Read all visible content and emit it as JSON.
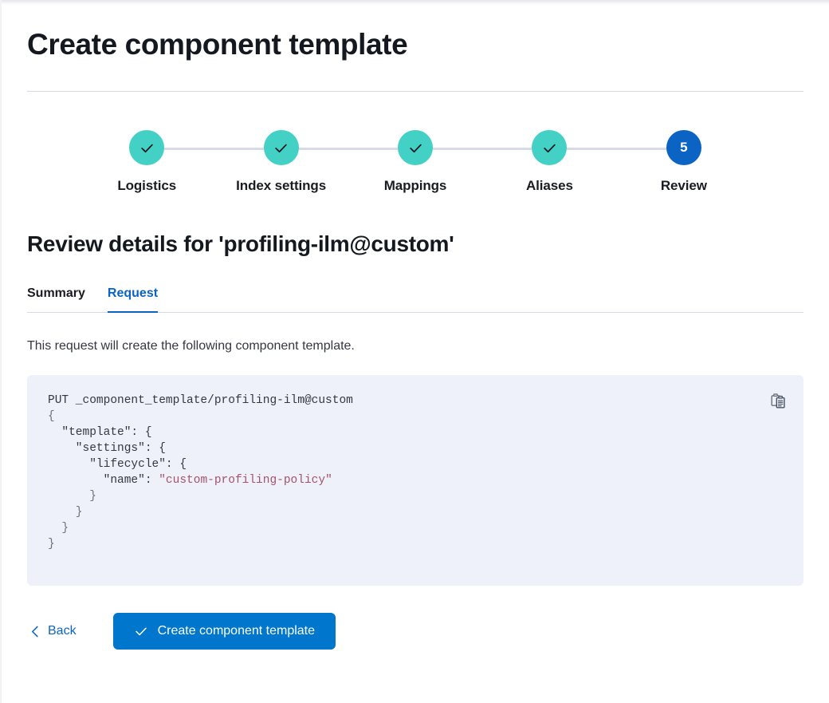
{
  "page": {
    "title": "Create component template"
  },
  "stepper": {
    "steps": [
      {
        "label": "Logistics",
        "state": "complete",
        "icon": "check-icon",
        "number": "1"
      },
      {
        "label": "Index settings",
        "state": "complete",
        "icon": "check-icon",
        "number": "2"
      },
      {
        "label": "Mappings",
        "state": "complete",
        "icon": "check-icon",
        "number": "3"
      },
      {
        "label": "Aliases",
        "state": "complete",
        "icon": "check-icon",
        "number": "4"
      },
      {
        "label": "Review",
        "state": "current",
        "icon": "",
        "number": "5"
      }
    ]
  },
  "review": {
    "heading": "Review details for 'profiling-ilm@custom'",
    "tabs": [
      {
        "label": "Summary",
        "active": false
      },
      {
        "label": "Request",
        "active": true
      }
    ],
    "description": "This request will create the following component template."
  },
  "code": {
    "method_line": "PUT _component_template/profiling-ilm@custom",
    "lines": [
      "{",
      "  \"template\": {",
      "    \"settings\": {",
      "      \"lifecycle\": {",
      "        \"name\": ",
      "\"custom-profiling-policy\"",
      "      }",
      "    }",
      "  }",
      "}"
    ],
    "string_value": "\"custom-profiling-policy\"",
    "copy_icon": "copy-clipboard-icon"
  },
  "actions": {
    "back_label": "Back",
    "back_icon": "chevron-left-icon",
    "submit_label": "Create component template",
    "submit_icon": "check-icon"
  },
  "colors": {
    "accent_blue": "#0077cc",
    "link_blue": "#0b64c4",
    "step_complete_teal": "#42d1c4",
    "code_bg": "#eef1f9",
    "code_string": "#a5526b",
    "divider": "#d3dae6"
  }
}
